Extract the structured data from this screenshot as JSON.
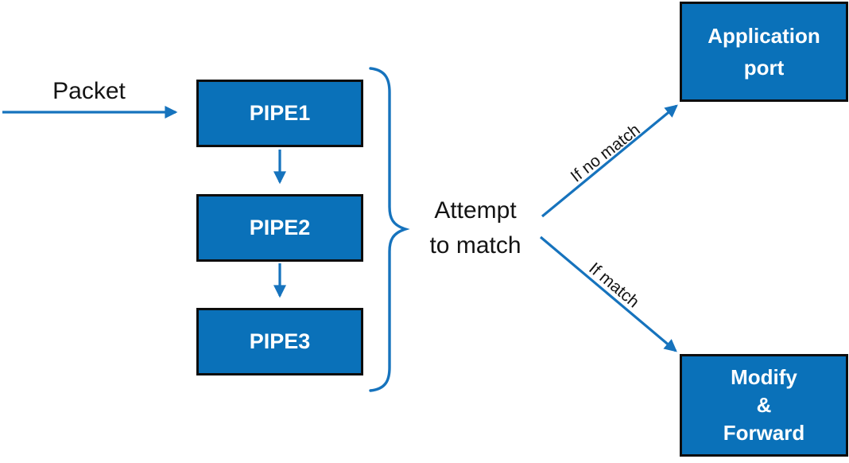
{
  "diagram": {
    "packet_label": "Packet",
    "pipes": [
      {
        "label": "PIPE1"
      },
      {
        "label": "PIPE2"
      },
      {
        "label": "PIPE3"
      }
    ],
    "attempt_label": "Attempt\nto match",
    "branches": {
      "no_match_label": "If no match",
      "match_label": "If match"
    },
    "outcomes": {
      "application_port_label": "Application\nport",
      "modify_forward_label": "Modify\n&\nForward"
    },
    "colors": {
      "box_fill": "#0a71b9",
      "box_border": "#0d0d0d",
      "box_text": "#ffffff",
      "connector_blue": "#1673bd",
      "label_text": "#141414",
      "background": "#ffffff"
    }
  }
}
